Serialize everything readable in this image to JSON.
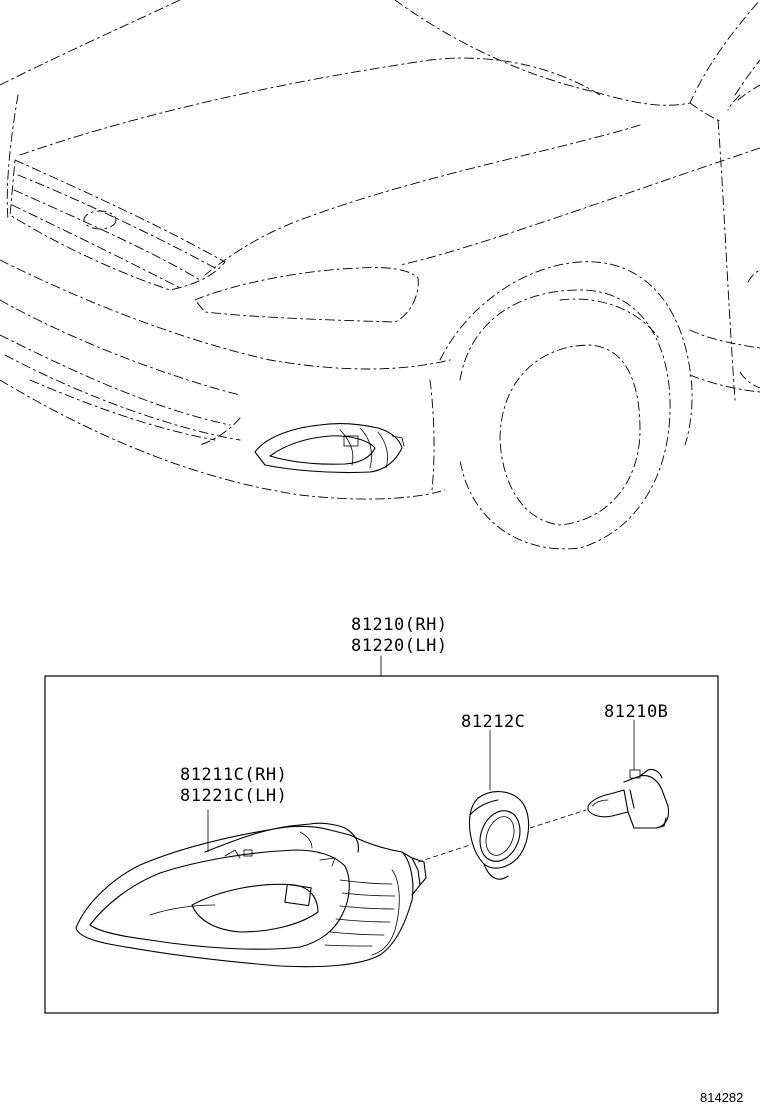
{
  "diagram": {
    "assembly_labels": [
      "81210(RH)",
      "81220(LH)"
    ],
    "parts": {
      "housing": [
        "81211C(RH)",
        "81221C(LH)"
      ],
      "seal": "81212C",
      "bulb": "81210B"
    },
    "reference_number": "814282"
  }
}
